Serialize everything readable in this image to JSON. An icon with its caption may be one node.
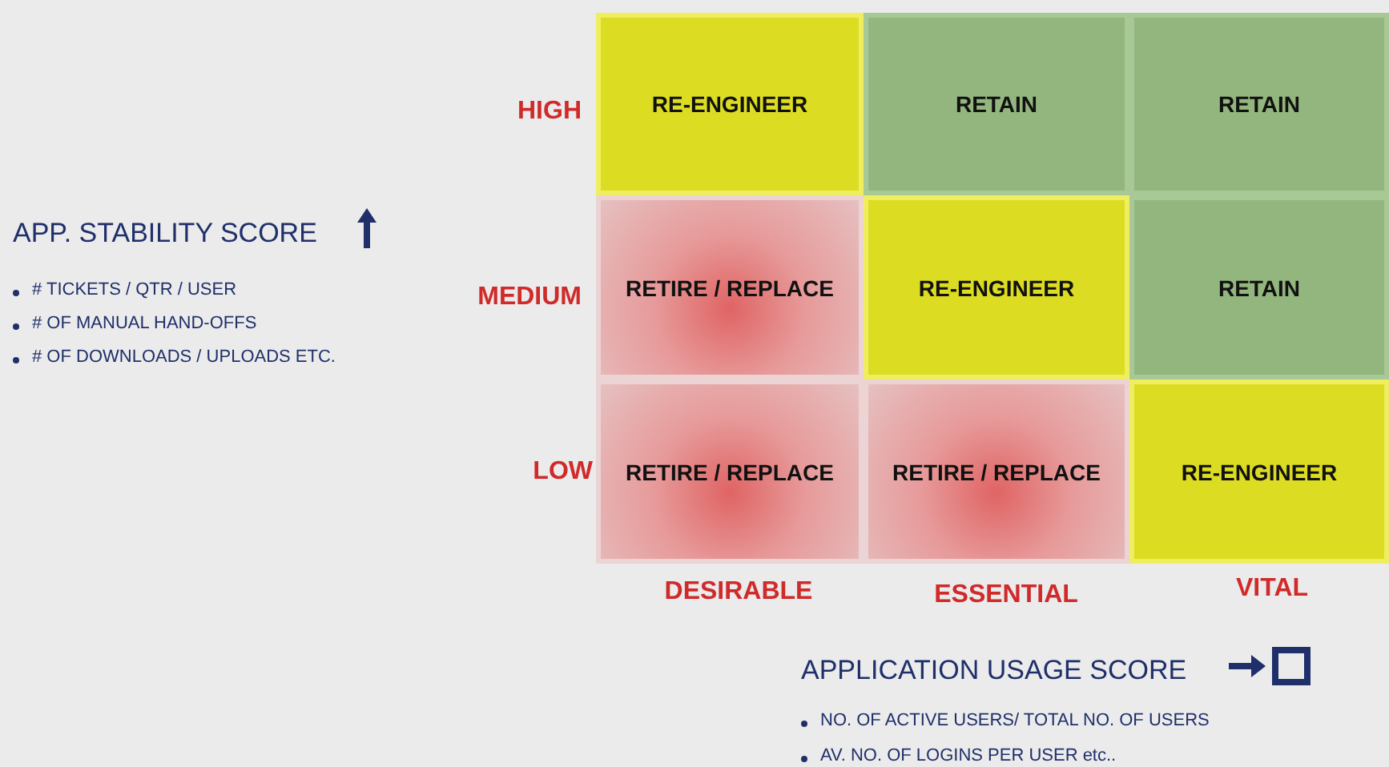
{
  "diagram": {
    "nodes": [
      {
        "text": [
          "RE-ENGINEER"
        ]
      },
      {
        "text": [
          "RETAIN"
        ]
      },
      {
        "text": [
          "RETAIN"
        ]
      },
      {
        "text": [
          "RETIRE / REPLACE"
        ]
      },
      {
        "text": [
          "RE-ENGINEER"
        ]
      },
      {
        "text": [
          "RETAIN"
        ]
      },
      {
        "text": [
          "RETIRE / REPLACE"
        ]
      },
      {
        "text": [
          "RETIRE / REPLACE"
        ]
      },
      {
        "text": [
          "RE-ENGINEER"
        ]
      }
    ],
    "labels": [
      "APP. STABILITY SCORE",
      "# TICKETS / QTR / USER",
      "# OF MANUAL HAND-OFFS",
      "# OF DOWNLOADS / UPLOADS ETC.",
      "HIGH",
      "MEDIUM",
      "LOW",
      "DESIRABLE",
      "ESSENTIAL",
      "VITAL",
      "APPLICATION USAGE SCORE",
      "NO. OF ACTIVE USERS/ TOTAL NO. OF USERS",
      "AV. NO. OF LOGINS PER USER etc.."
    ]
  }
}
